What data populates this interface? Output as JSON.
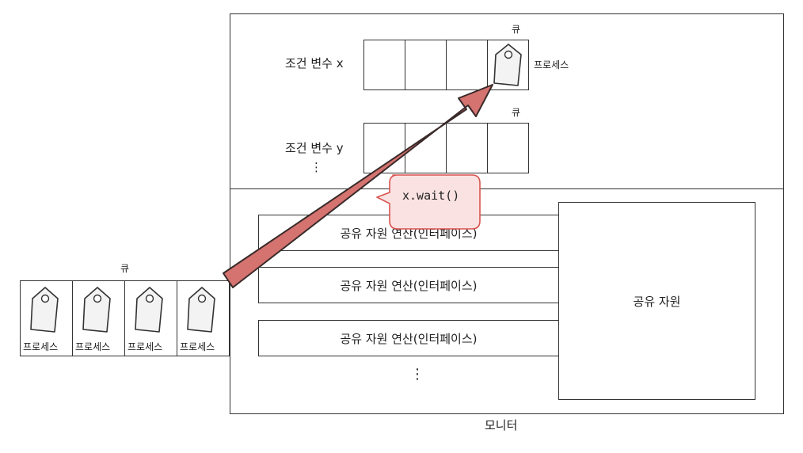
{
  "monitor": {
    "label": "모니터"
  },
  "condition_x": {
    "label": "조건 변수 x",
    "queue_label": "큐",
    "process_label": "프로세스"
  },
  "condition_y": {
    "label": "조건 변수 y",
    "queue_label": "큐",
    "ellipsis": "⋮"
  },
  "entry_queue": {
    "label": "큐",
    "processes": [
      "프로세스",
      "프로세스",
      "프로세스",
      "프로세스"
    ]
  },
  "operations": [
    "공유 자원 연산(인터페이스)",
    "공유 자원 연산(인터페이스)",
    "공유 자원 연산(인터페이스)"
  ],
  "operations_ellipsis": "⋮",
  "shared_resource": {
    "label": "공유 자원"
  },
  "callout": {
    "text": "x.wait()"
  },
  "colors": {
    "arrow_fill": "#d4736f",
    "arrow_stroke": "#3a2a2a",
    "callout_fill": "#fbe2e2",
    "callout_stroke": "#d9534f",
    "tag_fill": "#f3f3f3"
  }
}
